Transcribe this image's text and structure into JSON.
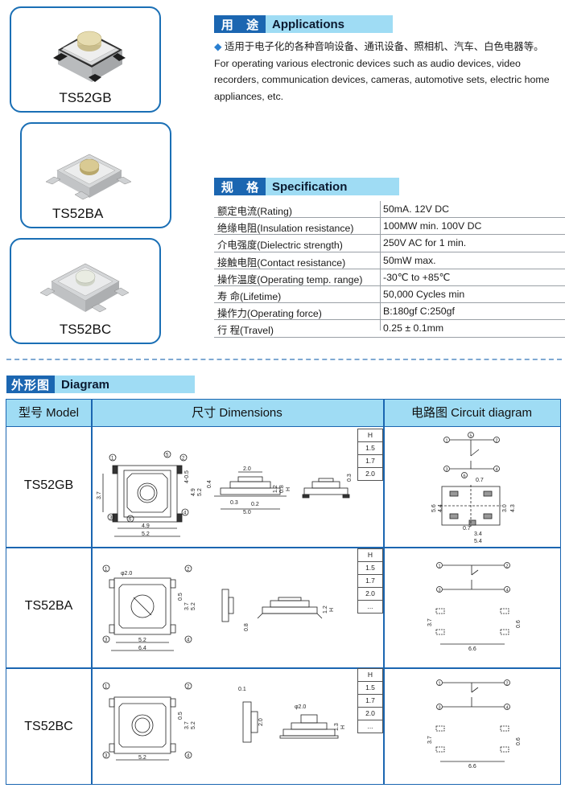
{
  "products": [
    {
      "model": "TS52GB"
    },
    {
      "model": "TS52BA"
    },
    {
      "model": "TS52BC"
    }
  ],
  "applications": {
    "title_cn": "用 途",
    "title_en": "Applications",
    "text_cn": "适用于电子化的各种音响设备、通讯设备、照相机、汽车、白色电器等。",
    "text_en": "For operating various electronic devices such as audio devices, video recorders, communication devices, cameras, automotive sets, electric home appliances, etc."
  },
  "specification": {
    "title_cn": "规 格",
    "title_en": "Specification",
    "rows": [
      {
        "key": "额定电流(Rating)",
        "value": "50mA. 12V DC"
      },
      {
        "key": "绝缘电阻(Insulation resistance)",
        "value": "100MW min. 100V DC"
      },
      {
        "key": "介电强度(Dielectric strength)",
        "value": "250V AC for 1 min."
      },
      {
        "key": "接触电阻(Contact resistance)",
        "value": "50mW max."
      },
      {
        "key": "操作温度(Operating temp. range)",
        "value": "-30℃ to +85℃"
      },
      {
        "key": "寿 命(Lifetime)",
        "value": "50,000 Cycles min"
      },
      {
        "key": "操作力(Operating force)",
        "value": "B:180gf  C:250gf"
      },
      {
        "key": "行 程(Travel)",
        "value": "0.25 ± 0.1mm"
      }
    ]
  },
  "diagram": {
    "title_cn": "外形图",
    "title_en": "Diagram",
    "headers": {
      "model": "型号 Model",
      "dimensions": "尺寸 Dimensions",
      "circuit": "电路图 Circuit diagram"
    },
    "rows": [
      {
        "model": "TS52GB",
        "heights": [
          "H",
          "1.5",
          "1.7",
          "2.0"
        ]
      },
      {
        "model": "TS52BA",
        "heights": [
          "H",
          "1.5",
          "1.7",
          "2.0",
          "..."
        ]
      },
      {
        "model": "TS52BC",
        "heights": [
          "H",
          "1.5",
          "1.7",
          "2.0",
          "..."
        ]
      }
    ]
  },
  "colors": {
    "accent": "#1b66b1",
    "header_bg": "#9fdcf4"
  }
}
